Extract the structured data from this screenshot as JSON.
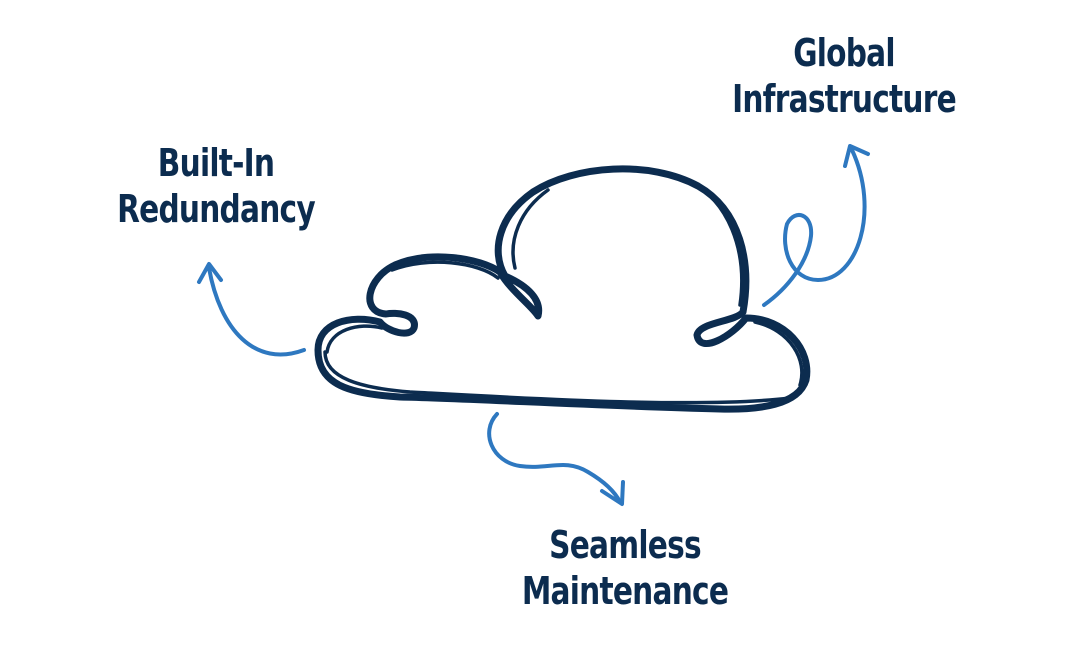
{
  "colors": {
    "label": "#0c2c4f",
    "cloud_outline": "#0c2c4f",
    "arrow": "#2e78c0",
    "background": "#ffffff"
  },
  "labels": {
    "redundancy": {
      "line1": "Built-In",
      "line2": "Redundancy"
    },
    "global": {
      "line1": "Global",
      "line2": "Infrastructure"
    },
    "maintenance": {
      "line1": "Seamless",
      "line2": "Maintenance"
    }
  },
  "icons": {
    "cloud": "cloud-icon",
    "arrows": [
      "curved-arrow-up-left",
      "curly-arrow-up-right",
      "wavy-arrow-down-right"
    ]
  }
}
